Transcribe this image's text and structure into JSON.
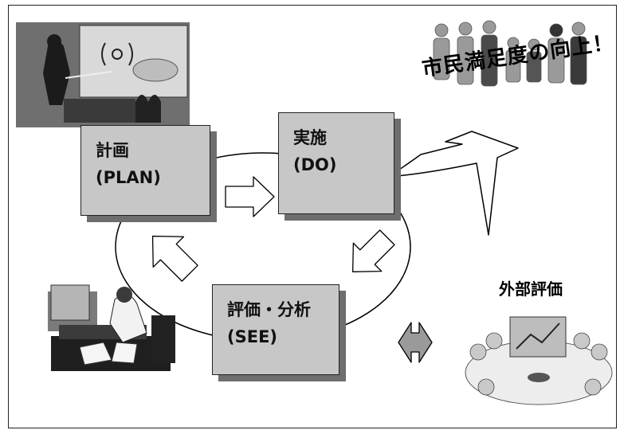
{
  "boxes": {
    "plan": {
      "line1": "計画",
      "line2": "(PLAN)"
    },
    "do": {
      "line1": "実施",
      "line2": "(DO)"
    },
    "see": {
      "line1": "評価・分析",
      "line2": "(SEE)"
    }
  },
  "goal_text": "市民満足度の向上！",
  "external_text": "外部評価",
  "colors": {
    "box_fill": "#c7c7c7",
    "box_shadow": "#6e6e6e",
    "stroke": "#000000"
  }
}
